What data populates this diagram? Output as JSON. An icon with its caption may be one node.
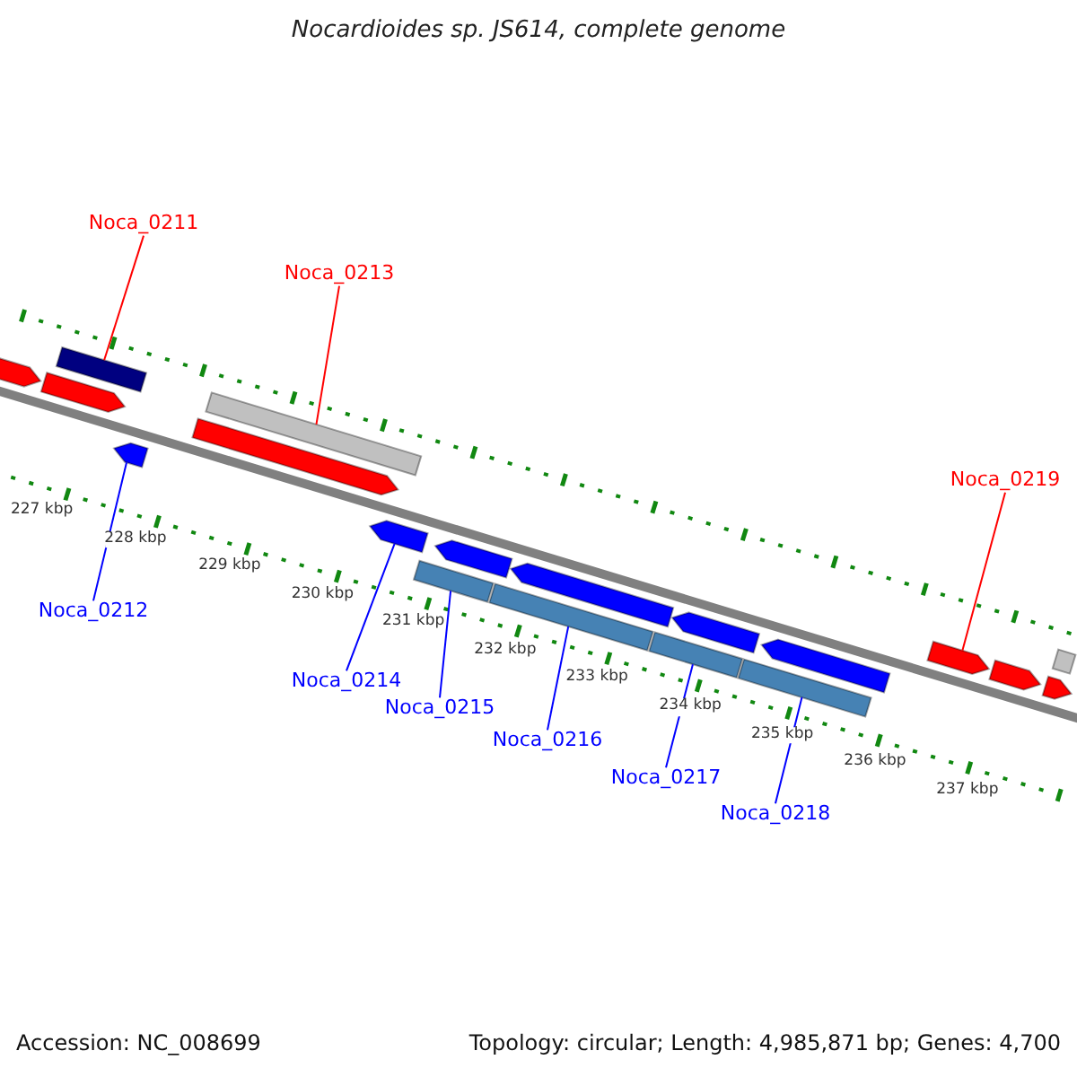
{
  "diagram": {
    "title": "Nocardioides sp. JS614, complete genome",
    "nodes": [
      {
        "text": [
          "Noca_0211"
        ]
      },
      {
        "text": [
          "Noca_0213"
        ]
      },
      {
        "text": [
          "Noca_0219"
        ]
      },
      {
        "text": [
          "Noca_0212"
        ]
      },
      {
        "text": [
          "Noca_0214"
        ]
      },
      {
        "text": [
          "Noca_0215"
        ]
      },
      {
        "text": [
          "Noca_0216"
        ]
      },
      {
        "text": [
          "Noca_0217"
        ]
      },
      {
        "text": [
          "Noca_0218"
        ]
      },
      {
        "text": [],
        "shape": "pentagon"
      },
      {
        "text": [],
        "shape": "pentagon"
      },
      {
        "text": [],
        "shape": "bar"
      },
      {
        "text": [],
        "shape": "pentagon"
      },
      {
        "text": [],
        "shape": "pentagon"
      },
      {
        "text": [],
        "shape": "bar"
      },
      {
        "text": [],
        "shape": "pentagon"
      },
      {
        "text": [],
        "shape": "bar"
      },
      {
        "text": [],
        "shape": "pentagon"
      },
      {
        "text": [],
        "shape": "bar"
      },
      {
        "text": [],
        "shape": "pentagon"
      },
      {
        "text": [],
        "shape": "bar"
      },
      {
        "text": [],
        "shape": "pentagon"
      },
      {
        "text": [],
        "shape": "bar"
      },
      {
        "text": [],
        "shape": "pentagon"
      },
      {
        "text": [],
        "shape": "pentagon"
      },
      {
        "text": [],
        "shape": "pentagon"
      },
      {
        "text": [],
        "shape": "bar"
      },
      {
        "text": [],
        "shape": "pentagon"
      }
    ],
    "edges": [
      {
        "from": 0,
        "to": 11,
        "arrow": "none",
        "color": "#ff0000"
      },
      {
        "from": 1,
        "to": 14,
        "arrow": "none",
        "color": "#ff0000"
      },
      {
        "from": 2,
        "to": 24,
        "arrow": "none",
        "color": "#ff0000"
      },
      {
        "from": 3,
        "to": 12,
        "arrow": "none"
      },
      {
        "from": 4,
        "to": 15,
        "arrow": "none"
      },
      {
        "from": 5,
        "to": 16,
        "arrow": "none"
      },
      {
        "from": 6,
        "to": 18,
        "arrow": "none"
      },
      {
        "from": 7,
        "to": 20,
        "arrow": "none"
      },
      {
        "from": 8,
        "to": 22,
        "arrow": "none"
      }
    ],
    "labels": [
      "227 kbp",
      "228 kbp",
      "229 kbp",
      "230 kbp",
      "231 kbp",
      "232 kbp",
      "233 kbp",
      "234 kbp",
      "235 kbp",
      "236 kbp",
      "237 kbp",
      "Accession: NC_008699",
      "Topology: circular; Length: 4,985,871 bp; Genes: 4,700"
    ]
  }
}
